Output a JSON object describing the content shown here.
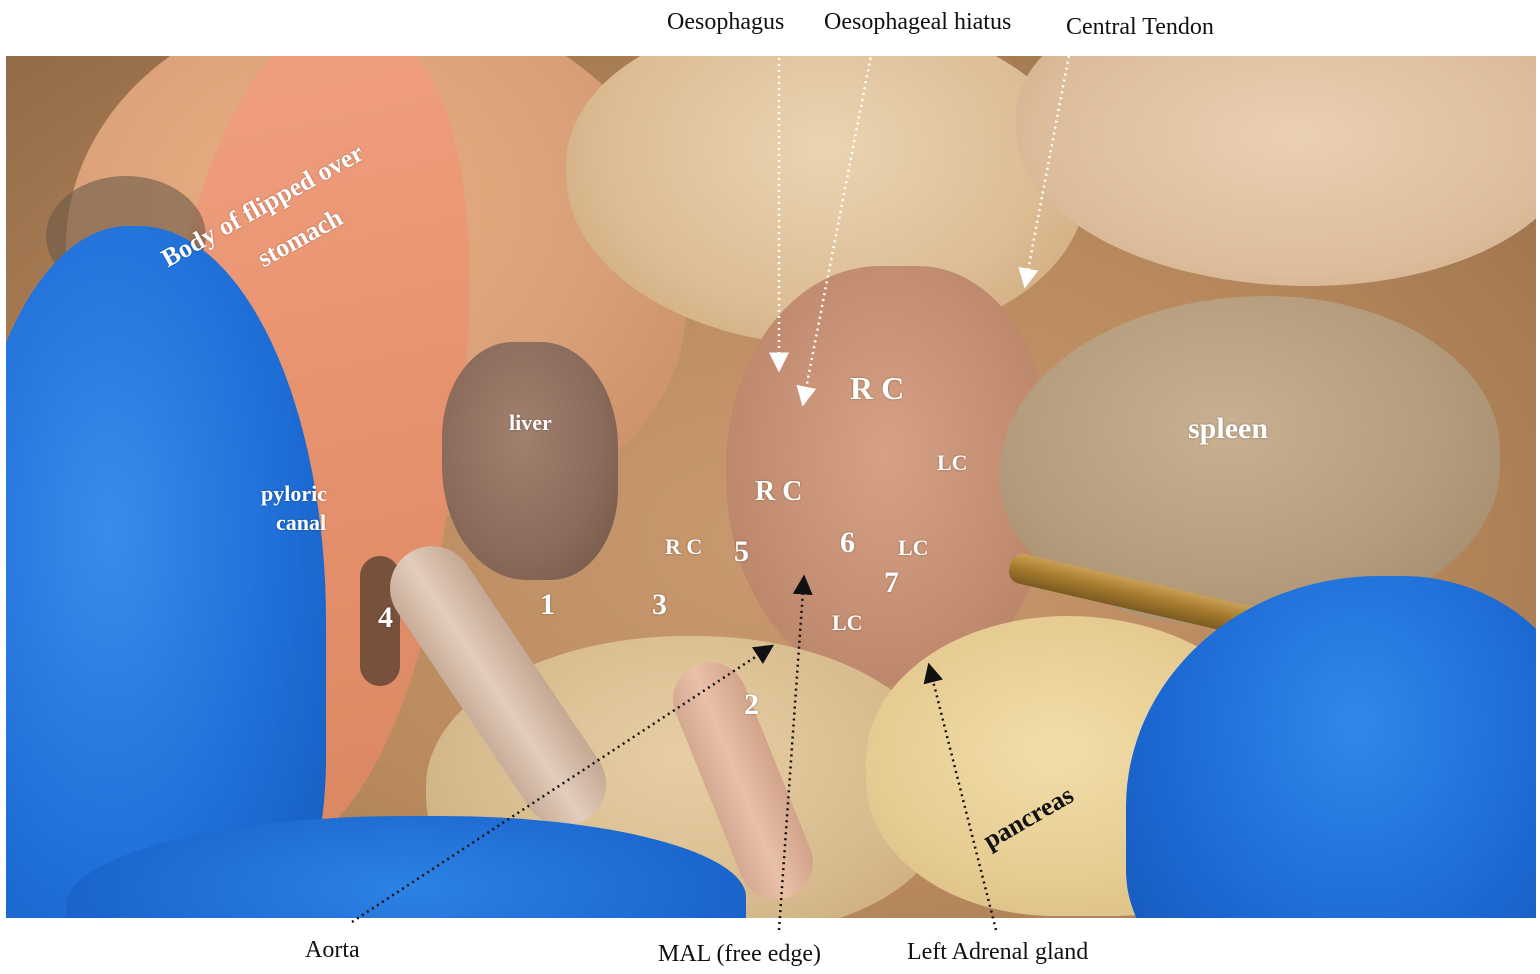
{
  "captions": {
    "oesophagus": "Oesophagus",
    "oesophageal_hiatus": "Oesophageal hiatus",
    "central_tendon": "Central Tendon",
    "aorta": "Aorta",
    "mal_free_edge": "MAL (free edge)",
    "left_adrenal_gland": "Left Adrenal gland"
  },
  "structure_labels": {
    "stomach_line1": "Body of flipped over",
    "stomach_line2": "stomach",
    "liver": "liver",
    "pyloric_line1": "pyloric",
    "pyloric_line2": "canal",
    "spleen": "spleen",
    "pancreas": "pancreas"
  },
  "crus_labels": {
    "rc_top": "R C",
    "rc_mid": "R C",
    "rc_left": "R C",
    "lc_top": "LC",
    "lc_mid": "LC",
    "lc_low": "LC"
  },
  "number_markers": {
    "n1": "1",
    "n2": "2",
    "n3": "3",
    "n4": "4",
    "n5": "5",
    "n6": "6",
    "n7": "7"
  },
  "colors": {
    "caption_text": "#111111",
    "overlay_text": "#ffffff",
    "arrow_line": "#ffffff",
    "caption_arrow_line": "#111111",
    "glove": "#1f6fd8"
  }
}
